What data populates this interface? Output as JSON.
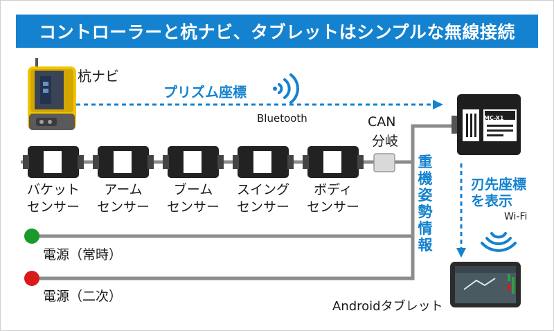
{
  "banner": {
    "title": "コントローラーと杭ナビ、タブレットはシンプルな無線接続"
  },
  "devices": {
    "kuinavi": "杭ナビ",
    "can_splitter": [
      "CAN",
      "分岐"
    ],
    "controller": "MC-X1",
    "tablet": "Androidタブレット"
  },
  "links": {
    "prism": "プリズム座標",
    "bluetooth": "Bluetooth",
    "blade": [
      "刃先座標",
      "を表示"
    ],
    "wifi": "Wi-Fi",
    "heavy": "重機姿勢情報"
  },
  "sensors": [
    {
      "line1": "バケット",
      "line2": "センサー"
    },
    {
      "line1": "アーム",
      "line2": "センサー"
    },
    {
      "line1": "ブーム",
      "line2": "センサー"
    },
    {
      "line1": "スイング",
      "line2": "センサー"
    },
    {
      "line1": "ボディ",
      "line2": "センサー"
    }
  ],
  "power": {
    "constant": "電源（常時）",
    "secondary": "電源（二次）"
  },
  "colors": {
    "accent": "#1482cf",
    "cable": "#8c8c8c",
    "sensor": "#222222",
    "kuinavi_yellow": "#f2c300",
    "power_constant": "#1a9a2a",
    "power_secondary": "#d91a1a"
  }
}
